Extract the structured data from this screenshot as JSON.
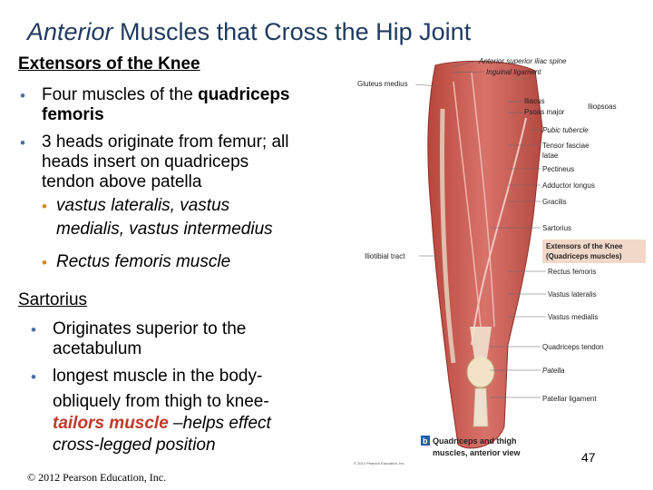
{
  "title": {
    "em": "Anterior",
    "rest": " Muscles that  Cross the Hip Joint"
  },
  "section1": {
    "heading": "Extensors of the Knee",
    "b1a": "Four muscles of the",
    "b1b": "quadriceps",
    "b1c": "femoris",
    "b2a": "3 heads originate from femur; all",
    "b2b": "heads insert on quadriceps",
    "b2c": "tendon above patella",
    "sub1a": "vastus lateralis, vastus",
    "sub1b": "medialis, vastus intermedius",
    "sub2": "Rectus femoris muscle"
  },
  "section2": {
    "heading": "Sartorius",
    "b1a": "Originates superior to the",
    "b1b": "acetabulum",
    "b2a": "longest muscle in the body-",
    "b2b": "obliquely from thigh to knee-",
    "tailor": "tailors muscle",
    "tailor_rest": " –helps effect",
    "b2d": "cross-legged position"
  },
  "figure": {
    "labels": {
      "asis": "Anterior superior iliac spine",
      "inguinal": "Inguinal ligament",
      "glut": "Gluteus medius",
      "iliacus": "Iliacus",
      "psoas": "Psoas major",
      "iliopsoas": "Iliopsoas",
      "pubic": "Pubic tubercle",
      "tfl1": "Tensor fasciae",
      "tfl2": "latae",
      "pect": "Pectineus",
      "addl": "Adductor longus",
      "grac": "Gracilis",
      "sart": "Sartorius",
      "itt": "Iliotibial tract",
      "box1": "Extensors of the Knee",
      "box2": "(Quadriceps muscles)",
      "rf": "Rectus femoris",
      "vl": "Vastus lateralis",
      "vm": "Vastus medialis",
      "qt": "Quadriceps tendon",
      "pat": "Patella",
      "pl": "Patellar ligament",
      "cap_letter": "b",
      "cap1": "Quadriceps and thigh",
      "cap2": "muscles, anterior view",
      "credit": "© 2012 Pearson Education, Inc."
    }
  },
  "footer": {
    "copyright": "© 2012 Pearson Education, Inc.",
    "page": "47"
  },
  "colors": {
    "title": "#1f3a5f",
    "bullet": "#4a6fa5",
    "highlight": "#c0392b",
    "label_box": "#f2d8c9"
  }
}
